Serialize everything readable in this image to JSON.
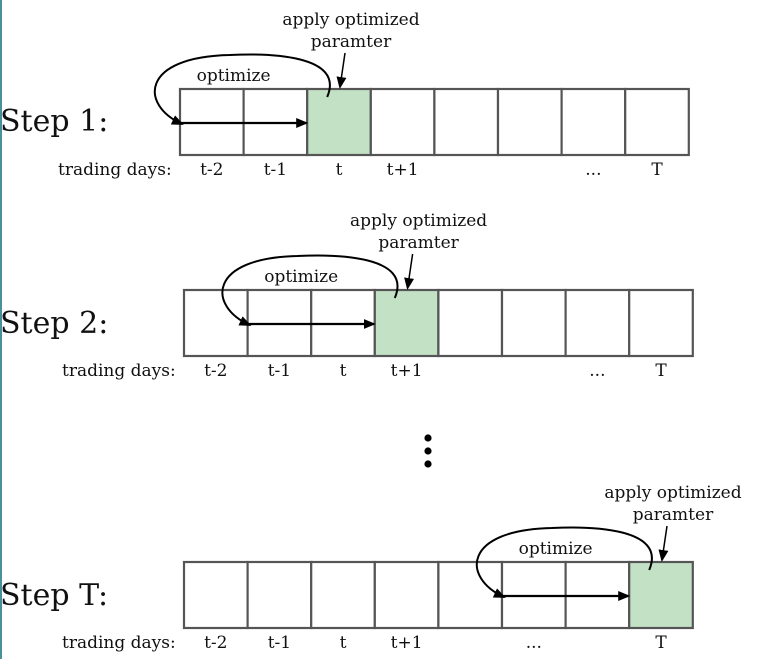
{
  "highlight_color": "#c3e1c5",
  "border_color": "#555555",
  "optimize_label": "optimize",
  "apply_label_line1": "apply optimized",
  "apply_label_line2": "paramter",
  "trading_days_label": "trading days:",
  "steps": [
    {
      "label": "Step 1:",
      "days": [
        "t-2",
        "t-1",
        "t",
        "t+1",
        "",
        "",
        "...",
        "T"
      ],
      "highlight_index": 2,
      "optimize_from": 0,
      "optimize_to": 2
    },
    {
      "label": "Step 2:",
      "days": [
        "t-2",
        "t-1",
        "t",
        "t+1",
        "",
        "",
        "...",
        "T"
      ],
      "highlight_index": 3,
      "optimize_from": 1,
      "optimize_to": 3
    },
    {
      "label": "Step T:",
      "days": [
        "t-2",
        "t-1",
        "t",
        "t+1",
        "",
        "...",
        "",
        "T"
      ],
      "highlight_index": 7,
      "optimize_from": 5,
      "optimize_to": 7
    }
  ],
  "ellipsis_dots": 3
}
